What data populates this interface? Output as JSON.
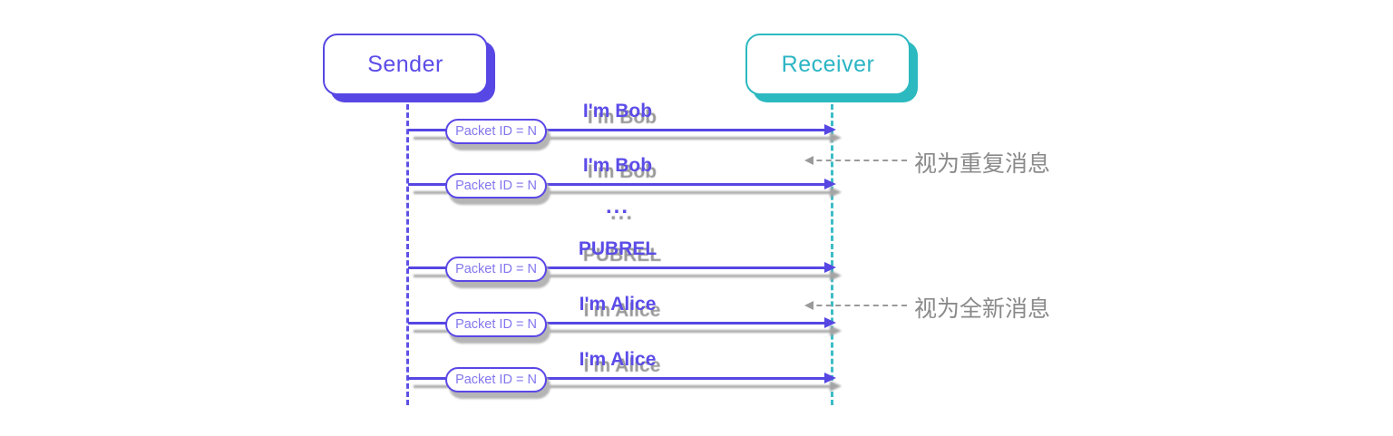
{
  "diagram": {
    "type": "sequence-diagram",
    "topic": "MQTT packet ID reuse with PUBREL (QoS 2)",
    "actors": [
      {
        "id": "sender",
        "label": "Sender",
        "color": "#5747e4"
      },
      {
        "id": "receiver",
        "label": "Receiver",
        "color": "#2cb9c0"
      }
    ],
    "messages": [
      {
        "from": "sender",
        "to": "receiver",
        "label": "I'm Bob",
        "badge": "Packet ID = N"
      },
      {
        "from": "sender",
        "to": "receiver",
        "label": "I'm Bob",
        "badge": "Packet ID = N"
      },
      {
        "from": "sender",
        "to": "receiver",
        "label": "PUBREL",
        "badge": "Packet ID = N"
      },
      {
        "from": "sender",
        "to": "receiver",
        "label": "I'm Alice",
        "badge": "Packet ID = N"
      },
      {
        "from": "sender",
        "to": "receiver",
        "label": "I'm Alice",
        "badge": "Packet ID = N"
      }
    ],
    "ellipsis": "...",
    "annotations": [
      {
        "target": "receiver",
        "text": "视为重复消息",
        "color": "#8a8a8a"
      },
      {
        "target": "receiver",
        "text": "视为全新消息",
        "color": "#8a8a8a"
      }
    ]
  }
}
